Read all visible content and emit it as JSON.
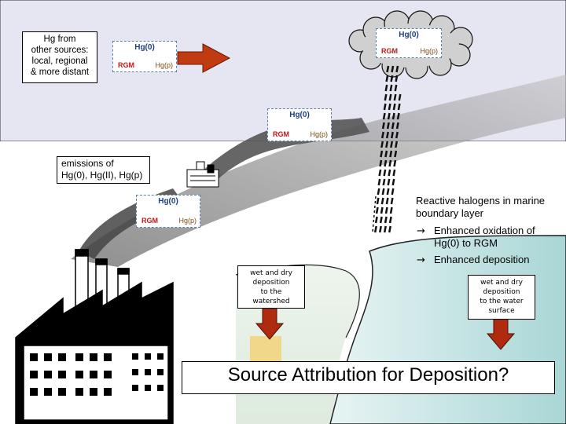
{
  "other_sources": {
    "line1": "Hg from",
    "line2": "other sources:",
    "line3": "local, regional",
    "line4": "& more distant"
  },
  "emissions": {
    "line1": "emissions  of",
    "line2": "Hg(0), Hg(II), Hg(p)"
  },
  "speciation_box": {
    "hg0": "Hg(0)",
    "rgm": "RGM",
    "hgp": "Hg(p)"
  },
  "halogens": {
    "line1": "Reactive halogens in marine",
    "line2": "boundary layer",
    "bullet1a": "Enhanced oxidation of",
    "bullet1b": "Hg(0) to RGM",
    "bullet2": "Enhanced deposition",
    "bullet_glyph": "→"
  },
  "watershed_deposition": {
    "line1": "wet and dry",
    "line2": "deposition",
    "line3": "to the",
    "line4": "watershed"
  },
  "water_deposition": {
    "line1": "wet and dry",
    "line2": "deposition",
    "line3": "to the water",
    "line4": "surface"
  },
  "question": "Source Attribution for Deposition?",
  "icons": [
    "factory-icon",
    "small-factory-icon",
    "cloud-icon",
    "rain-icon",
    "down-arrow-icon",
    "right-arrow-icon"
  ],
  "colors": {
    "sky": "#e6e6f2",
    "sea": "#c8e6e6",
    "arrow": "#b02a10",
    "arrow_right": "#c03a12",
    "rgm": "#c01818",
    "hg0": "#1f3f8a"
  }
}
